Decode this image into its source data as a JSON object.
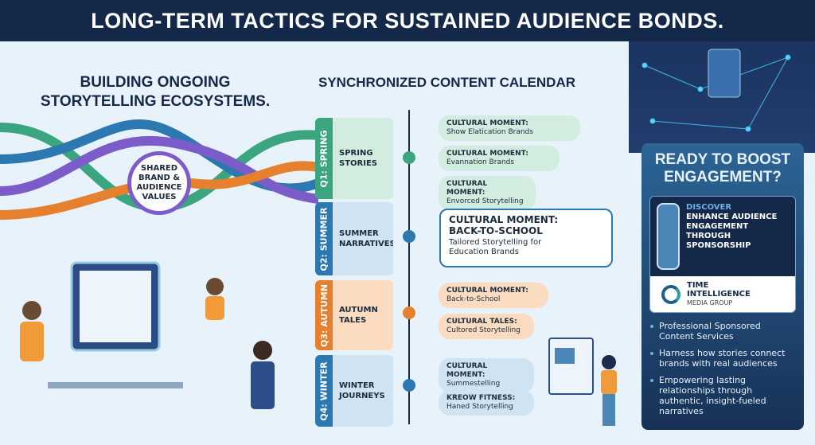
{
  "header": {
    "title": "LONG-TERM TACTICS FOR SUSTAINED AUDIENCE BONDS."
  },
  "left": {
    "heading": "BUILDING ONGOING STORYTELLING ECOSYSTEMS.",
    "center_label": "SHARED BRAND & AUDIENCE VALUES"
  },
  "calendar": {
    "heading": "SYNCHRONIZED CONTENT CALENDAR",
    "quarters": [
      {
        "tab": "Q1: SPRING",
        "name": "SPRING STORIES",
        "color": "#3aa57e",
        "bg": "#d2ece0"
      },
      {
        "tab": "Q2: SUMMER",
        "name": "SUMMER NARRATIVES",
        "color": "#2c78b0",
        "bg": "#cfe3f2"
      },
      {
        "tab": "Q3: AUTUMN",
        "name": "AUTUMN TALES",
        "color": "#e5802e",
        "bg": "#fbdcc0"
      },
      {
        "tab": "Q4: WINTER",
        "name": "WINTER JOURNEYS",
        "color": "#2c78b0",
        "bg": "#cfe3f2"
      }
    ],
    "cards": [
      {
        "title": "CULTURAL MOMENT:",
        "text": "Show Elatication Brands"
      },
      {
        "title": "CULTURAL MOMENT:",
        "text": "Evannation Brands"
      },
      {
        "title": "CULTURAL MOMENT:",
        "text": "Envorced Storytelling"
      },
      {
        "title": "CULTURAL MOMENT:",
        "title2": "BACK-TO-SCHOOL",
        "text": "Tailored Storytelling for Education Brands"
      },
      {
        "title": "CULTURAL MOMENT:",
        "text": "Back-to-School"
      },
      {
        "title": "CULTURAL TALES:",
        "text": "Cultored Storytelling"
      },
      {
        "title": "CULTURAL MOMENT:",
        "text": "Summestelling"
      },
      {
        "title": "KREOW FITNESS:",
        "text": "Haned Storytelling"
      }
    ]
  },
  "panel": {
    "heading": "READY TO BOOST ENGAGEMENT?",
    "promo_kicker": "DISCOVER",
    "promo_text": "ENHANCE AUDIENCE ENGAGEMENT THROUGH SPONSORSHIP",
    "logo_line1": "TIME",
    "logo_line2": "INTELLIGENCE",
    "logo_line3": "MEDIA GROUP",
    "bullets": [
      "Professional Sponsored Content Services",
      "Harness how stories connect brands with real audiences",
      "Empowering lasting relationships through authentic, insight-fueled narratives"
    ]
  }
}
